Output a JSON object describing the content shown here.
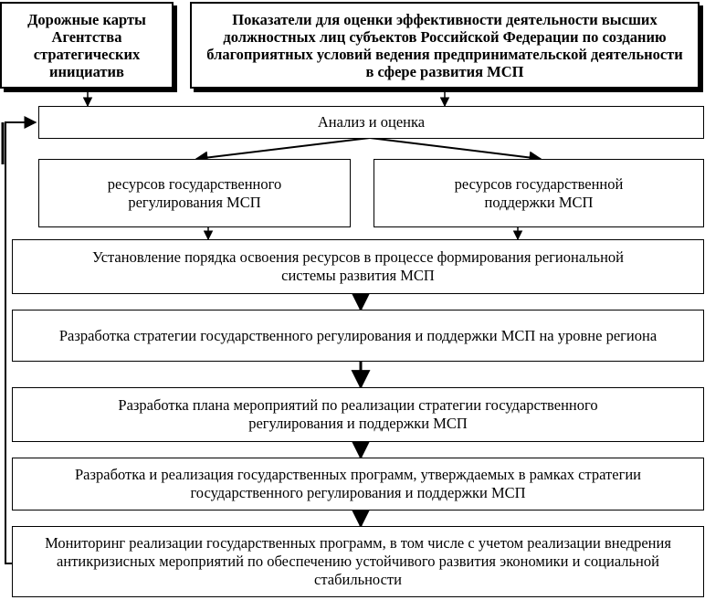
{
  "boxes": {
    "roadmaps": "Дорожные карты Агентства стратегических инициатив",
    "indicators": "Показатели для оценки эффективности деятельности высших должностных лиц субъектов Российской Федерации по созданию благоприятных условий ведения предпринимательской деятельности в сфере развития МСП",
    "analysis": "Анализ и оценка",
    "regulation_resources": "ресурсов государственного регулирования МСП",
    "support_resources": "ресурсов государственной поддержки МСП",
    "resource_order": "Установление порядка освоения ресурсов в процессе формирования региональной системы развития МСП",
    "strategy": "Разработка стратегии государственного регулирования и поддержки МСП на уровне региона",
    "action_plan": "Разработка плана мероприятий по реализации стратегии государственного регулирования и поддержки МСП",
    "programs": "Разработка и реализация государственных программ, утверждаемых в рамках стратегии государственного регулирования и поддержки МСП",
    "monitoring": "Мониторинг реализации государственных программ, в том числе с учетом реализации внедрения антикризисных мероприятий по обеспечению устойчивого развития экономики и социальной стабильности"
  }
}
